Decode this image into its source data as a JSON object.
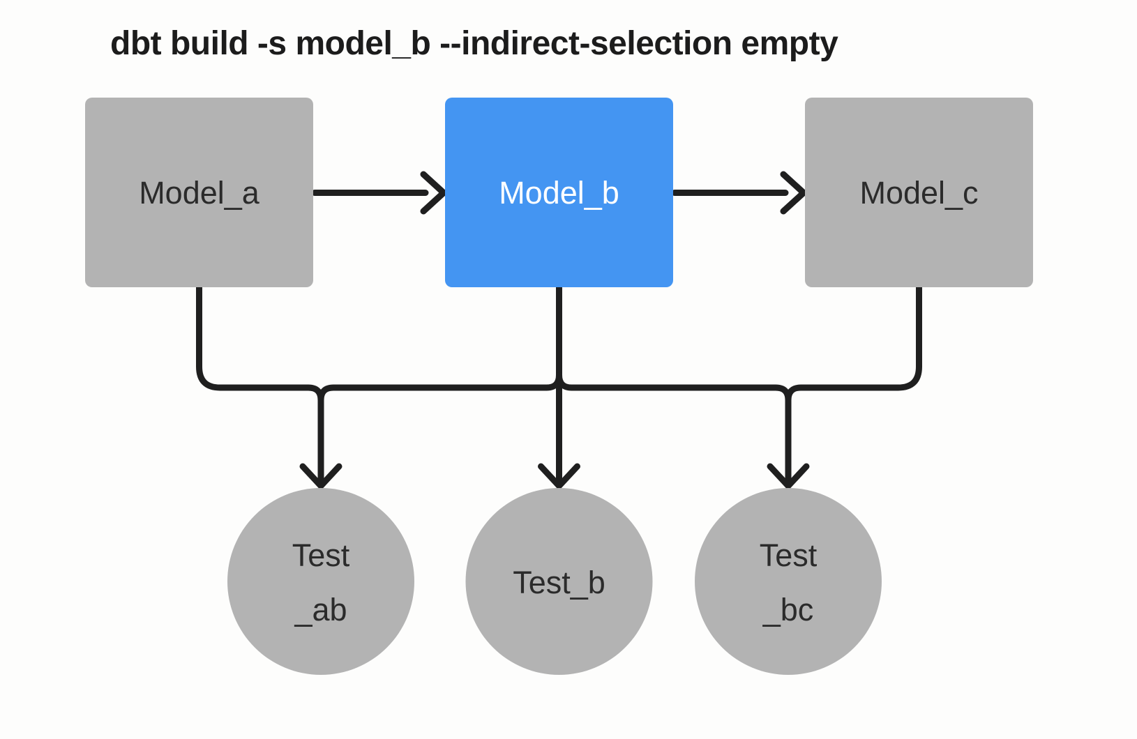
{
  "title": "dbt build -s model_b --indirect-selection empty",
  "colors": {
    "background": "#fdfdfc",
    "selected_node": "#4495f2",
    "unselected_node": "#b3b3b3",
    "edge": "#1f1f1f",
    "title_text": "#1c1c1c",
    "node_text_dark": "#2b2b2b",
    "node_text_light": "#ffffff"
  },
  "nodes": {
    "model_a": {
      "label": "Model_a",
      "type": "model",
      "selected": false
    },
    "model_b": {
      "label": "Model_b",
      "type": "model",
      "selected": true
    },
    "model_c": {
      "label": "Model_c",
      "type": "model",
      "selected": false
    },
    "test_ab": {
      "label_line1": "Test",
      "label_line2": "_ab",
      "type": "test",
      "selected": false
    },
    "test_b": {
      "label": "Test_b",
      "type": "test",
      "selected": false
    },
    "test_bc": {
      "label_line1": "Test",
      "label_line2": "_bc",
      "type": "test",
      "selected": false
    }
  },
  "edges": [
    {
      "from": "model_a",
      "to": "model_b"
    },
    {
      "from": "model_b",
      "to": "model_c"
    },
    {
      "from": "model_a",
      "to": "test_ab"
    },
    {
      "from": "model_b",
      "to": "test_ab"
    },
    {
      "from": "model_b",
      "to": "test_b"
    },
    {
      "from": "model_b",
      "to": "test_bc"
    },
    {
      "from": "model_c",
      "to": "test_bc"
    }
  ]
}
